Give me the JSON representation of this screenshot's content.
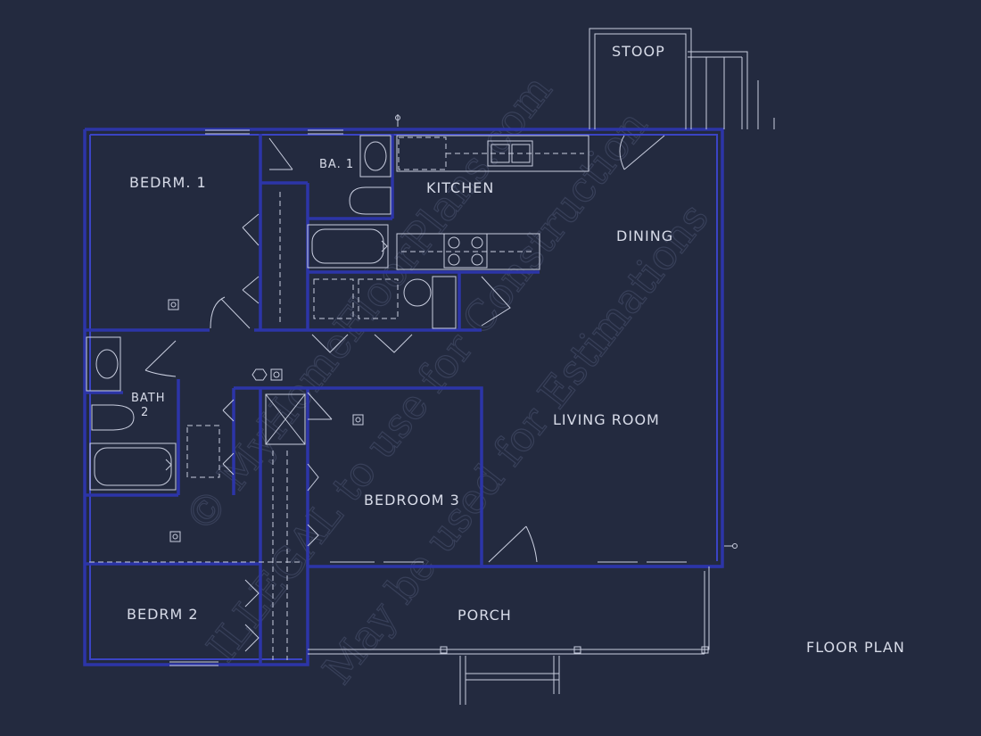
{
  "rooms": {
    "stoop": "STOOP",
    "bedroom1": "BEDRM. 1",
    "bath1": "BA. 1",
    "kitchen": "KITCHEN",
    "dining": "DINING",
    "bath2_line1": "BATH",
    "bath2_line2": "2",
    "living_room": "LIVING ROOM",
    "bedroom3": "BEDROOM 3",
    "bedroom2": "BEDRM 2",
    "porch": "PORCH"
  },
  "drawing_title": "FLOOR PLAN",
  "watermark": {
    "line1": "© MyHomeFloorPlans.com",
    "line2": "ILLEGAL to use for Construction",
    "line3": "May be used for Estimations"
  },
  "colors": {
    "background": "#232a3f",
    "walls": "#2c35a8",
    "linework": "#c9cedf"
  }
}
